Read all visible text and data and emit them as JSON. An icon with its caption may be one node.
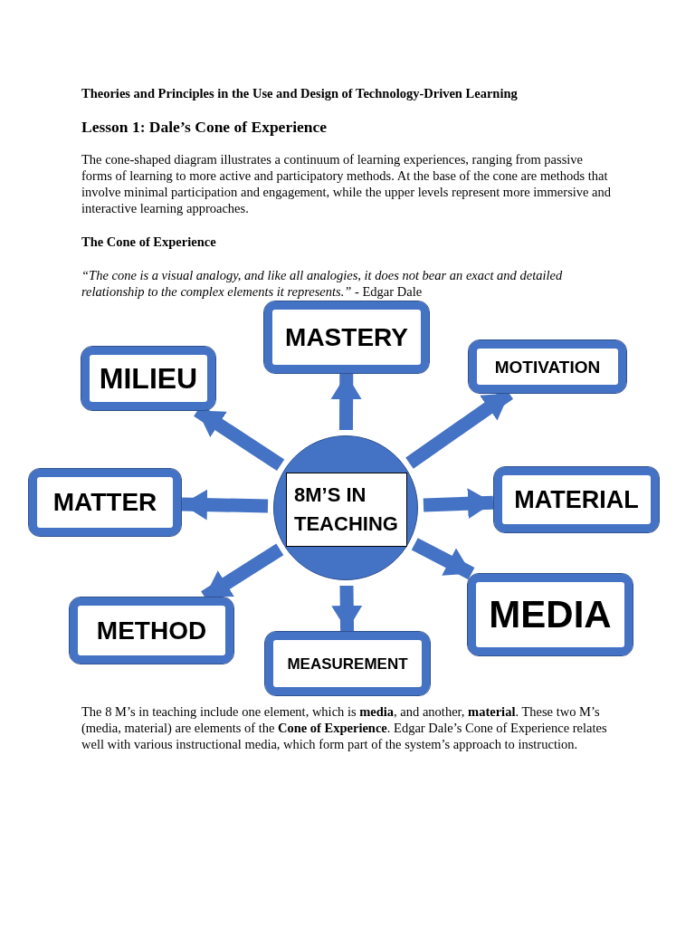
{
  "diagram": {
    "title": "Lesson 1: Dale’s Cone of Experience",
    "nodes": [
      {
        "text": [],
        "shape": "circle"
      },
      {
        "text": [
          "8M’S IN TEACHING"
        ],
        "in": 0
      },
      {
        "text": [
          "MASTERY"
        ]
      },
      {
        "text": [
          "MILIEU"
        ]
      },
      {
        "text": [
          "MOTIVATION"
        ]
      },
      {
        "text": [
          "MATTER"
        ]
      },
      {
        "text": [
          "MATERIAL"
        ]
      },
      {
        "text": [
          "METHOD"
        ]
      },
      {
        "text": [
          "MEASUREMENT"
        ]
      },
      {
        "text": [
          "MEDIA"
        ]
      }
    ],
    "edges": [
      {
        "from": 0,
        "to": 2,
        "arrow": "to"
      },
      {
        "from": 0,
        "to": 3,
        "arrow": "to"
      },
      {
        "from": 0,
        "to": 4,
        "arrow": "to"
      },
      {
        "from": 0,
        "to": 5,
        "arrow": "to"
      },
      {
        "from": 0,
        "to": 6,
        "arrow": "to"
      },
      {
        "from": 0,
        "to": 7,
        "arrow": "to"
      },
      {
        "from": 0,
        "to": 8,
        "arrow": "to"
      },
      {
        "from": 0,
        "to": 9,
        "arrow": "to"
      }
    ],
    "labels": [
      "Theories and Principles in the Use and Design of Technology-Driven Learning",
      "The cone-shaped diagram illustrates a continuum of learning experiences, ranging from passive forms of learning to more active and participatory methods. At the base of the cone are methods that involve minimal participation and engagement, while the upper levels represent more immersive and interactive learning approaches.",
      "The Cone of Experience",
      "*“The cone is a visual analogy, and like all analogies, it does not bear an exact and detailed relationship to the complex elements it represents.”* - Edgar Dale",
      "The 8 M’s in teaching include one element, which is **media**, and another, **material**. These two M’s (media, material) are elements of the **Cone of Experience**. Edgar Dale’s Cone of Experience relates well with various instructional media, which form part of the system’s approach to instruction."
    ]
  }
}
